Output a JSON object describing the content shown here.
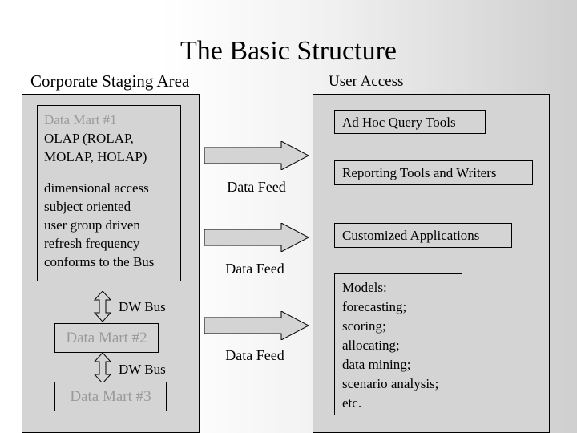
{
  "title": "The Basic Structure",
  "headings": {
    "left": "Corporate Staging Area",
    "right": "User Access"
  },
  "colors": {
    "box_fill": "#d4d4d4",
    "box_border": "#000000",
    "muted_text": "#9a9a9a",
    "text": "#000000"
  },
  "left_column": {
    "data_mart_1": {
      "name": "Data Mart #1",
      "line2": "OLAP (ROLAP,",
      "line3": "MOLAP, HOLAP)",
      "attributes": [
        "dimensional access",
        "subject oriented",
        "user group driven",
        "refresh frequency",
        "conforms to the Bus"
      ]
    },
    "bus_1_label": "DW Bus",
    "data_mart_2": "Data Mart #2",
    "bus_2_label": "DW Bus",
    "data_mart_3": "Data Mart #3"
  },
  "middle": {
    "feeds": [
      "Data Feed",
      "Data Feed",
      "Data Feed"
    ]
  },
  "right_column": {
    "ad_hoc": "Ad Hoc Query Tools",
    "reporting": "Reporting Tools and Writers",
    "customized": "Customized Applications",
    "models": {
      "heading": "Models:",
      "items": [
        "forecasting;",
        "scoring;",
        "allocating;",
        "data mining;",
        "scenario analysis;",
        "etc."
      ]
    }
  }
}
